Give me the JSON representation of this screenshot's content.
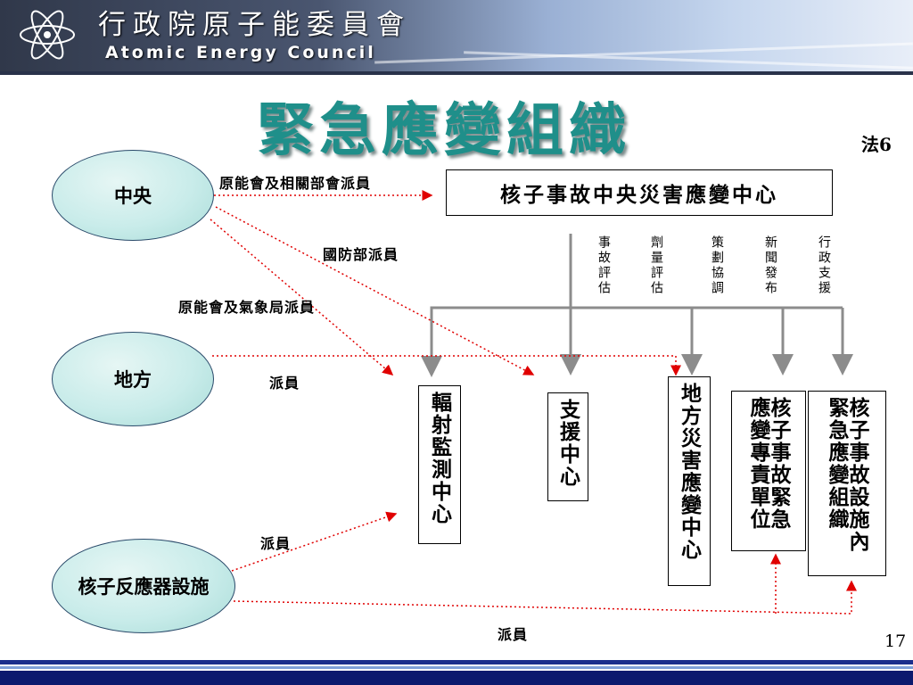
{
  "header": {
    "org_name_zh": "行政院原子能委員會",
    "org_name_en": "Atomic Energy Council",
    "logo_icon": "atom-logo-icon",
    "background": "#4a5670"
  },
  "slide": {
    "title": "緊急應變組織",
    "law_ref": "法6",
    "page_number": "17",
    "title_color": "#1f8f8a"
  },
  "nodes": {
    "central": "中央",
    "local": "地方",
    "facility": "核子反應器設施",
    "central_center": "核子事故中央災害應變中心",
    "radiation_center": "輻射監測中心",
    "support_center": "支援中心",
    "local_center": "地方災害應變中心",
    "emergency_unit": "核子事故緊急應變專責單位",
    "onsite_org": "核子事故設施內緊急應變組織"
  },
  "functions": [
    "事故評估",
    "劑量評估",
    "策劃協調",
    "新聞發布",
    "行政支援"
  ],
  "edge_labels": {
    "aec_staff": "原能會及相關部會派員",
    "mnd_staff": "國防部派員",
    "aec_cwb_staff": "原能會及氣象局派員",
    "local_staff": "派員",
    "facility_staff": "派員",
    "facility_staff_bottom": "派員"
  },
  "colors": {
    "oval_fill": "#c9ecea",
    "solid_arrow": "#8c8c8c",
    "dotted_arrow": "#e00000"
  }
}
